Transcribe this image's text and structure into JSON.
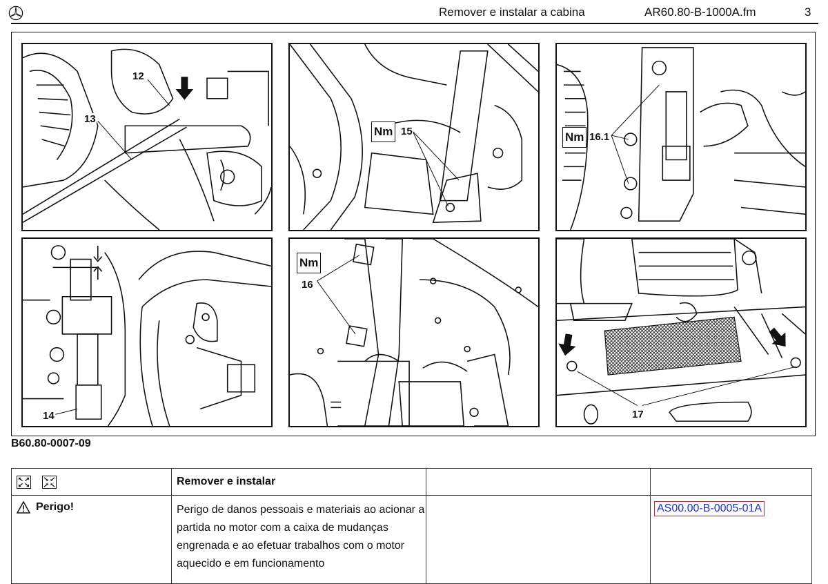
{
  "header": {
    "title": "Remover e instalar a cabina",
    "document": "AR60.80-B-1000A.fm",
    "page": "3"
  },
  "figure": {
    "id": "B60.80-0007-09",
    "callouts": {
      "c12": "12",
      "c13": "13",
      "c14": "14",
      "c15": "15",
      "c16": "16",
      "c161": "16.1",
      "c17": "17"
    },
    "torque_symbol": "Nm"
  },
  "table": {
    "header_label": "Remover e instalar",
    "danger_label": "Perigo!",
    "danger_text": "Perigo de danos pessoais e materiais ao acionar a partida no motor com a caixa de mudanças engrenada e ao efetuar trabalhos com o motor aquecido e em funcionamento",
    "reference": "AS00.00-B-0005-01A"
  },
  "icons": {
    "logo": "mercedes-star-icon",
    "remove": "remove-arrows-icon",
    "install": "install-arrows-icon",
    "warning": "warning-triangle-icon"
  },
  "colors": {
    "link": "#1b2fd1",
    "link_border": "#d8242a"
  }
}
